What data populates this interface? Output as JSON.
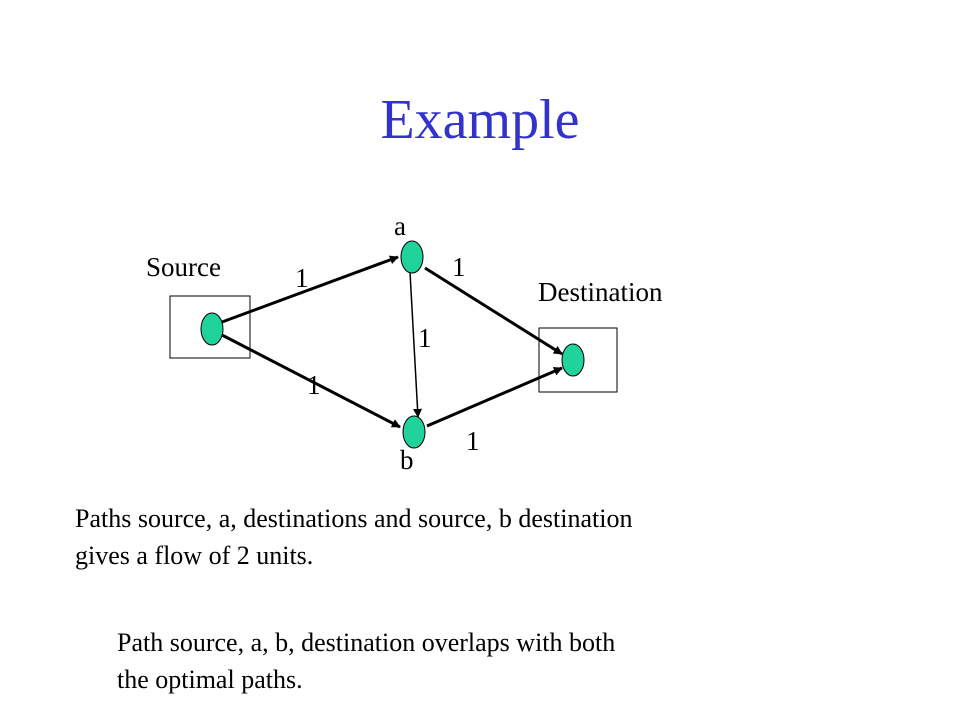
{
  "title": "Example",
  "nodes": {
    "source_label": "Source",
    "destination_label": "Destination",
    "a_label": "a",
    "b_label": "b"
  },
  "edges": {
    "source_a": "1",
    "source_b": "1",
    "a_b": "1",
    "a_destination": "1",
    "b_destination": "1"
  },
  "colors": {
    "title": "#3333cc",
    "node_fill": "#1fd39a",
    "edge": "#000000"
  },
  "text": {
    "para1_line1": "Paths source, a, destinations and source, b destination",
    "para1_line2": "gives a flow of 2 units.",
    "para2_line1": "Path source, a, b, destination overlaps with both",
    "para2_line2": "the optimal paths."
  }
}
